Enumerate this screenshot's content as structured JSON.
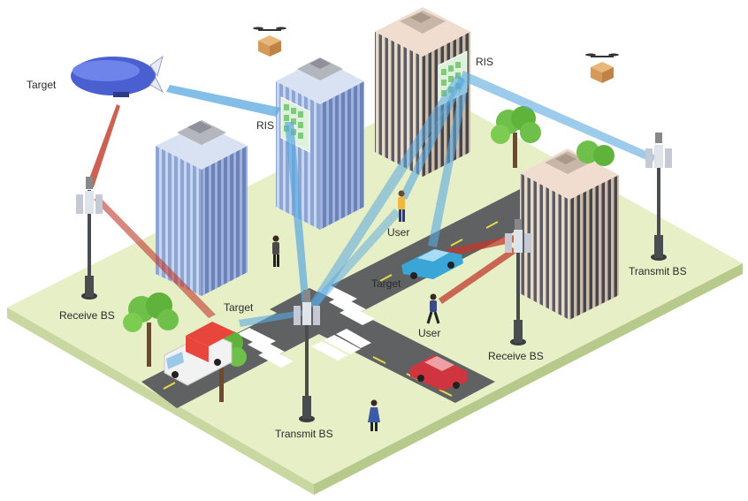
{
  "labels": {
    "target_airship": "Target",
    "target_car": "Target",
    "target_ambulance": "Target",
    "ris_left": "RIS",
    "ris_right": "RIS",
    "user_center": "User",
    "user_walking": "User",
    "receive_bs_left": "Receive BS",
    "receive_bs_right": "Receive BS",
    "transmit_bs_center": "Transmit BS",
    "transmit_bs_right": "Transmit BS"
  },
  "colors": {
    "ground": "#e6efc6",
    "ground_side": "#c9d8a0",
    "road": "#5f6163",
    "road_marking": "#e8d84a",
    "crosswalk": "#ffffff",
    "building_blue": "#b8c9e8",
    "building_beige": "#e8d6c4",
    "ris_panel": "#a9d8a8",
    "beam_blue": "#5aa8e0",
    "beam_red": "#c0392b",
    "tower": "#4a4d50",
    "tree": "#6fc04a",
    "airship": "#4a5fd0",
    "car_blue": "#3aa6d8",
    "car_red": "#d0353f",
    "ambulance": "#f0f0f0"
  },
  "icons": [
    "airship-icon",
    "drone-package-icon",
    "base-station-tower-icon",
    "car-icon",
    "ambulance-icon",
    "pedestrian-icon",
    "tree-icon",
    "building-icon",
    "ris-panel-icon"
  ]
}
